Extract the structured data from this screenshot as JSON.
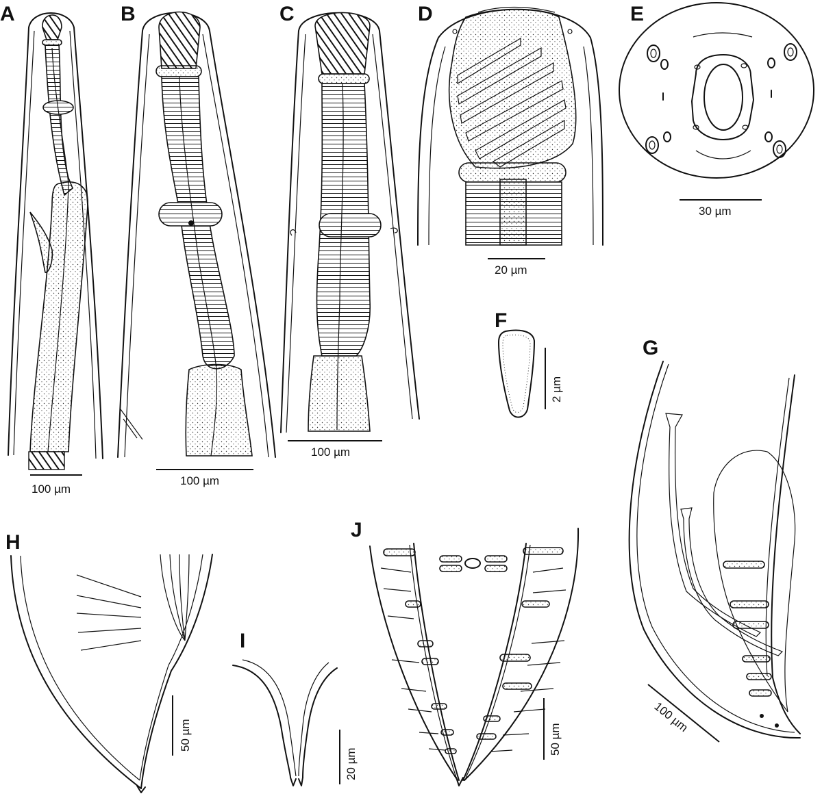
{
  "figure": {
    "panels": [
      {
        "label": "A",
        "scale_bar": "100 µm"
      },
      {
        "label": "B",
        "scale_bar": "100 µm"
      },
      {
        "label": "C",
        "scale_bar": "100 µm"
      },
      {
        "label": "D",
        "scale_bar": "20 µm"
      },
      {
        "label": "E",
        "scale_bar": "30 µm"
      },
      {
        "label": "F",
        "scale_bar": "2 µm"
      },
      {
        "label": "G",
        "scale_bar": "100 µm"
      },
      {
        "label": "H",
        "scale_bar": "50 µm"
      },
      {
        "label": "I",
        "scale_bar": "20 µm"
      },
      {
        "label": "J",
        "scale_bar": "50 µm"
      }
    ]
  }
}
